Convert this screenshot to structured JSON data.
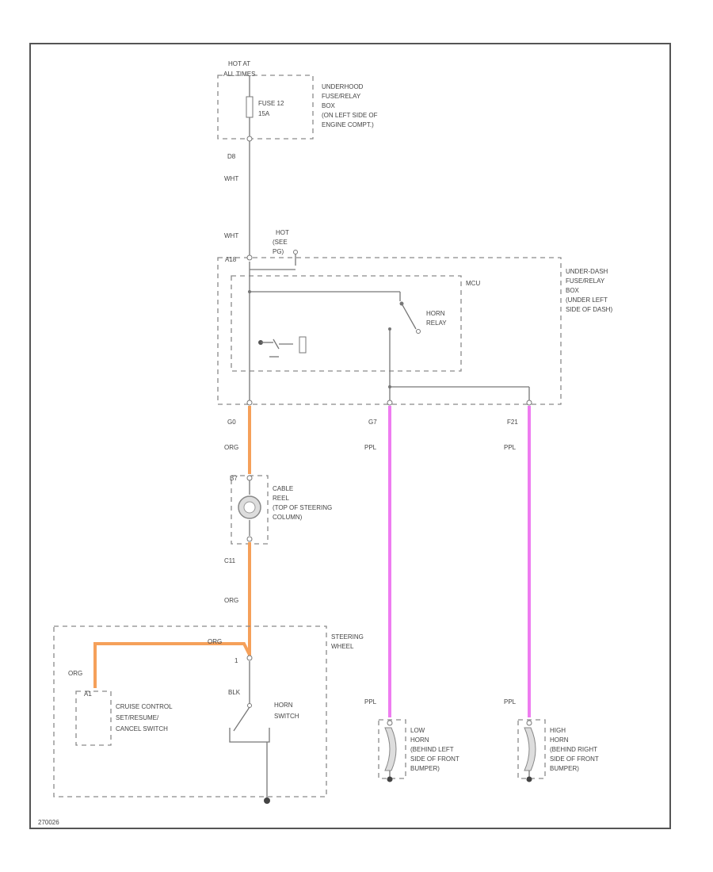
{
  "diagram": {
    "fuse_top": {
      "label_line1": "HOT AT",
      "label_line2": "ALL TIMES",
      "fuse_line1": "FUSE 12",
      "fuse_line2": "15A",
      "box_line1": "UNDERHOOD",
      "box_line2": "FUSE/RELAY",
      "box_line3": "BOX",
      "box_line4": "(ON LEFT SIDE OF",
      "box_line5": "ENGINE COMPT.)"
    },
    "top_connector": "D8",
    "wire_wht_1": "WHT",
    "wire_wht_2": "WHT",
    "underdash": {
      "hot_line1": "HOT",
      "hot_line2": "(SEE",
      "hot_line3": "PG)",
      "conn_left": "A18",
      "box_line1": "UNDER-DASH",
      "box_line2": "FUSE/RELAY",
      "box_line3": "BOX",
      "box_line4": "(UNDER LEFT",
      "box_line5": "SIDE OF DASH)",
      "mcu": "MCU",
      "relay_line1": "HORN",
      "relay_line2": "RELAY"
    },
    "conn_bottom_left": "G0",
    "conn_bottom_mid": "G7",
    "conn_bottom_right": "F21",
    "wire_org_1": "ORG",
    "wire_ppl_1": "PPL",
    "wire_ppl_2": "PPL",
    "cable_reel": {
      "conn_top": "B7",
      "line1": "CABLE",
      "line2": "REEL",
      "line3": "(TOP OF STEERING",
      "line4": "COLUMN)"
    },
    "conn_c11": "C11",
    "wire_org_2": "ORG",
    "steering_wheel": {
      "line1": "STEERING",
      "line2": "WHEEL",
      "wire_org_3": "ORG",
      "pin_1": "1",
      "wire_org_4": "ORG",
      "wire_blk": "BLK",
      "switch_line1": "HORN",
      "switch_line2": "SWITCH",
      "cruise_pin": "A1",
      "cruise_line1": "CRUISE CONTROL",
      "cruise_line2": "SET/RESUME/",
      "cruise_line3": "CANCEL SWITCH"
    },
    "wire_ppl_3": "PPL",
    "wire_ppl_4": "PPL",
    "low_horn": {
      "line1": "LOW",
      "line2": "HORN",
      "line3": "(BEHIND LEFT",
      "line4": "SIDE OF FRONT",
      "line5": "BUMPER)"
    },
    "high_horn": {
      "line1": "HIGH",
      "line2": "HORN",
      "line3": "(BEHIND RIGHT",
      "line4": "SIDE OF FRONT",
      "line5": "BUMPER)"
    },
    "footer_code": "270026"
  },
  "colors": {
    "org_wire": "#f5a05a",
    "ppl_wire": "#ee7cf0"
  }
}
